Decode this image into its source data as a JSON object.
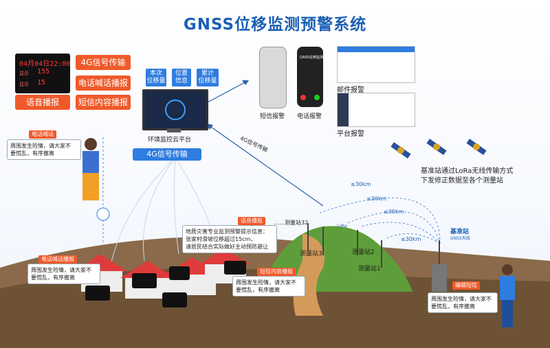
{
  "title": "GNSS位移监测预警系统",
  "alarm_tags": {
    "t4g": "4G信号传输",
    "phone_broadcast": "电话喊话播报",
    "voice_broadcast": "语音播报",
    "sms_broadcast": "短信内容播报"
  },
  "led_display": {
    "row1": "04月04日22:00",
    "row2_label": "显示",
    "row2_value": "155",
    "row3_label": "显示",
    "row3_value": "15"
  },
  "platform": {
    "metrics": [
      "本次\n位移量",
      "位置\n信息",
      "累计\n位移量"
    ],
    "label": "环境监控云平台",
    "band": "4G信号传输"
  },
  "alerts": {
    "sms": "短信报警",
    "phone": "电话报警",
    "email": "邮件报警",
    "platform": "平台报警",
    "phone_screen_label": "GNSS位移监测预警"
  },
  "transmission_label": "4G信号传输",
  "lora_caption": "基准站通过LoRa无线传输方式\n下发修正数据至各个测量站",
  "distances": [
    "≤30km",
    "≤30km",
    "≤30km",
    "≤30km"
  ],
  "stations": {
    "s32": "……测量站32",
    "s3": "测量站3",
    "s2": "测量站2",
    "s1": "测量站1",
    "base": "基准站",
    "base_sub": "GNSS天线",
    "lora": "LoRa"
  },
  "bubbles": {
    "phone_call_tag": "电话喊话",
    "phone_call_text": "周围发生险情，请大家不\n要慌乱，有序撤离",
    "led_tag": "电话喊话播报",
    "led_text": "周围发生险情，请大家不\n要慌乱，有序撤离",
    "voice_tag": "语音播报",
    "voice_text": "地质灾害专业监测预警提示信息：\n张家村滑坡位移超过15cm，\n请居民结合实际做好主动预防避让",
    "sms_tag": "短信内容播报",
    "sms_text": "周围发生险情，请大家不\n要慌乱，有序撤离",
    "edit_tag": "编辑短信",
    "edit_text": "周围发生险情，请大家不\n要慌乱，有序撤离"
  },
  "colors": {
    "title": "#1a5fb4",
    "tag_red": "#f05a2a",
    "tag_blue": "#2f7de0",
    "ground": "#8a6a4a",
    "hill": "#5e9e3a"
  }
}
